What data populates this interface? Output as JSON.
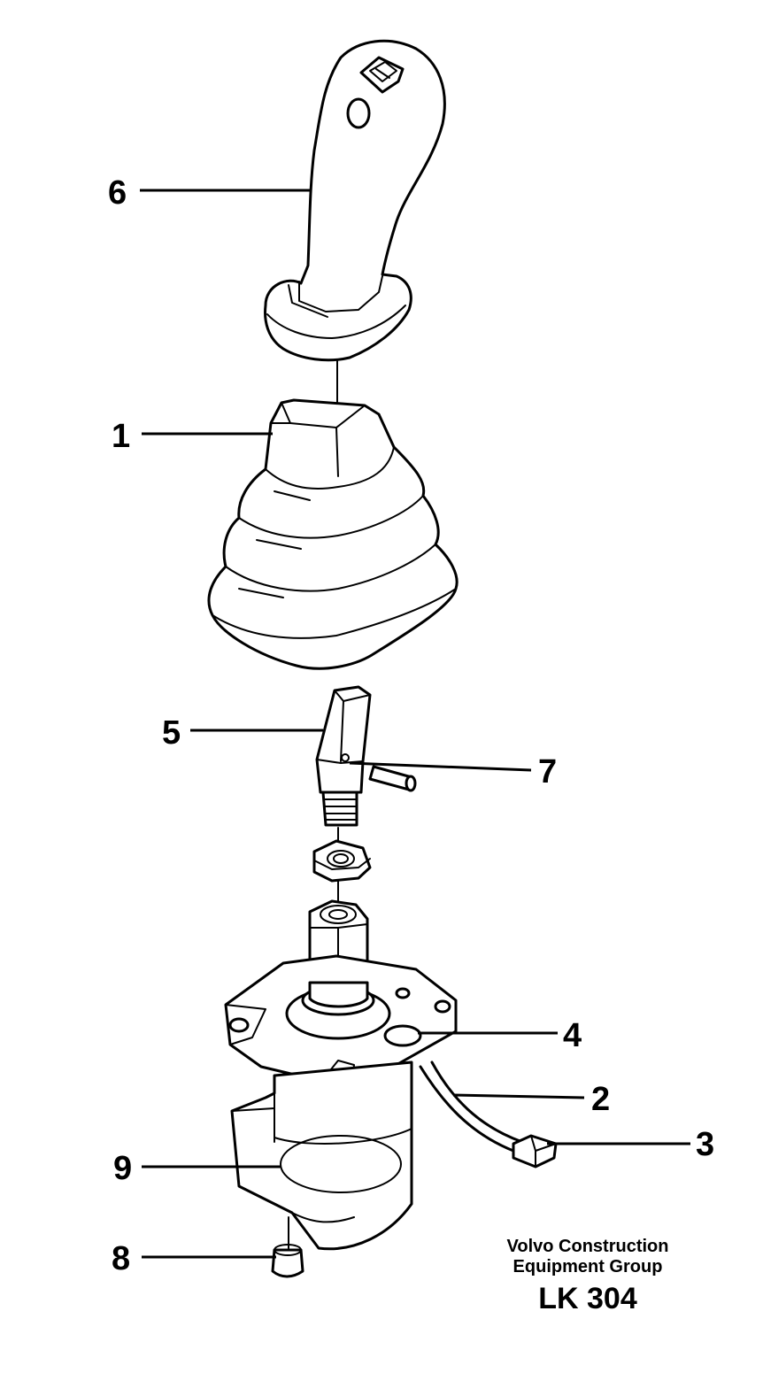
{
  "callouts": {
    "c1": "1",
    "c2": "2",
    "c3": "3",
    "c4": "4",
    "c5": "5",
    "c6": "6",
    "c7": "7",
    "c8": "8",
    "c9": "9"
  },
  "footer": {
    "company_line1": "Volvo Construction",
    "company_line2": "Equipment Group",
    "drawing_ref": "LK 304"
  }
}
